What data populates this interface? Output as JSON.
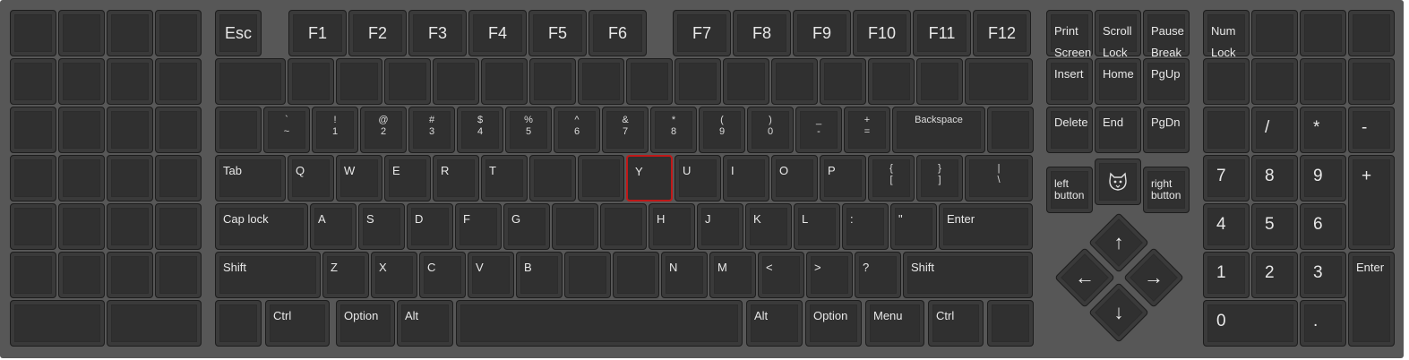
{
  "keys": {
    "esc": "Esc",
    "f1": "F1",
    "f2": "F2",
    "f3": "F3",
    "f4": "F4",
    "f5": "F5",
    "f6": "F6",
    "f7": "F7",
    "f8": "F8",
    "f9": "F9",
    "f10": "F10",
    "f11": "F11",
    "f12": "F12",
    "print_screen": "Print\nScreen",
    "scroll_lock": "Scroll\nLock",
    "pause_break": "Pause\nBreak",
    "num_lock": "Num\nLock",
    "insert": "Insert",
    "home": "Home",
    "pgup": "PgUp",
    "delete": "Delete",
    "end": "End",
    "pgdn": "PgDn",
    "tilde": "`\n~",
    "n1": "!\n1",
    "n2": "@\n2",
    "n3": "#\n3",
    "n4": "$\n4",
    "n5": "%\n5",
    "n6": "^\n6",
    "n7": "&\n7",
    "n8": "*\n8",
    "n9": "(\n9",
    "n0": ")\n0",
    "minus": "_\n-",
    "equals": "+\n=",
    "backspace": "Backspace",
    "tab": "Tab",
    "q": "Q",
    "w": "W",
    "e": "E",
    "r": "R",
    "t": "T",
    "y": "Y",
    "u": "U",
    "i": "I",
    "o": "O",
    "p": "P",
    "lbrace": "{\n[",
    "rbrace": "}\n]",
    "pipe": "|\n\\",
    "caps": "Cap lock",
    "a": "A",
    "s": "S",
    "d": "D",
    "f": "F",
    "g": "G",
    "h": "H",
    "j": "J",
    "k": "K",
    "l": "L",
    "colon": ":",
    "quote": "\"",
    "enter": "Enter",
    "lshift": "Shift",
    "z": "Z",
    "x": "X",
    "c": "C",
    "v": "V",
    "b": "B",
    "n": "N",
    "m": "M",
    "lt": "<",
    "gt": ">",
    "question": "?",
    "rshift": "Shift",
    "lctrl": "Ctrl",
    "loption": "Option",
    "lalt": "Alt",
    "ralt": "Alt",
    "roption": "Option",
    "menu": "Menu",
    "rctrl": "Ctrl",
    "left_button": "left\nbutton",
    "right_button": "right\nbutton",
    "up": "↑",
    "left": "←",
    "right": "→",
    "down": "↓",
    "np_slash": "/",
    "np_star": "*",
    "np_minus": "-",
    "np_plus": "+",
    "np7": "7",
    "np8": "8",
    "np9": "9",
    "np4": "4",
    "np5": "5",
    "np6": "6",
    "np1": "1",
    "np2": "2",
    "np3": "3",
    "np0": "0",
    "np_dot": ".",
    "np_enter": "Enter"
  },
  "highlighted_key": "Y",
  "colors": {
    "case": "#575757",
    "key": "#303030",
    "highlight": "#c01818",
    "legend": "#e8e8e8"
  },
  "icons": {
    "trackpoint": "trackpoint-icon"
  }
}
